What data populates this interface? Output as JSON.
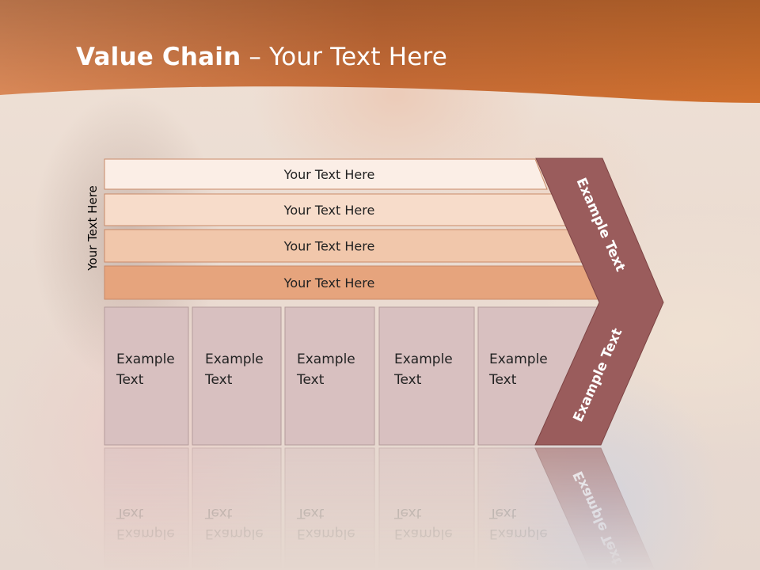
{
  "slide": {
    "title_bold": "Value Chain",
    "title_rest": " – Your Text Here",
    "side_label": "Your Text Here"
  },
  "bars": [
    {
      "label": "Your Text Here",
      "fill": "#fbeee6"
    },
    {
      "label": "Your Text Here",
      "fill": "#f7dcca"
    },
    {
      "label": "Your Text Here",
      "fill": "#f1c7ab"
    },
    {
      "label": "Your Text Here",
      "fill": "#e6a47d"
    }
  ],
  "columns": [
    {
      "line1": "Example",
      "line2": "Text"
    },
    {
      "line1": "Example",
      "line2": "Text"
    },
    {
      "line1": "Example",
      "line2": "Text"
    },
    {
      "line1": "Example",
      "line2": "Text"
    },
    {
      "line1": "Example",
      "line2": "Text"
    }
  ],
  "chevron": {
    "top_label": "Example Text",
    "bottom_label": "Example Text",
    "fill": "#9a5c5c"
  },
  "colors": {
    "header": "#d9733a",
    "column_fill": "#d8c0c0",
    "column_stroke": "#b59b9b"
  }
}
